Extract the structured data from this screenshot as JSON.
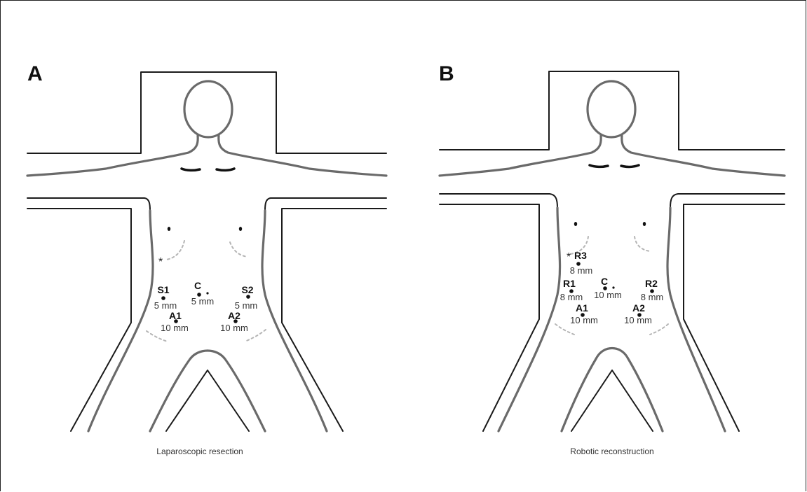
{
  "panels": [
    {
      "letter": "A",
      "caption": "Laparoscopic resection",
      "asterisk": "*",
      "ports": [
        {
          "label": "S1",
          "size": "5 mm"
        },
        {
          "label": "C",
          "size": "5 mm"
        },
        {
          "label": "S2",
          "size": "5 mm"
        },
        {
          "label": "A1",
          "size": "10 mm"
        },
        {
          "label": "A2",
          "size": "10 mm"
        }
      ]
    },
    {
      "letter": "B",
      "caption": "Robotic reconstruction",
      "asterisk": "*",
      "ports": [
        {
          "label": "R3",
          "size": "8 mm"
        },
        {
          "label": "R1",
          "size": "8 mm"
        },
        {
          "label": "C",
          "size": "10 mm"
        },
        {
          "label": "R2",
          "size": "8 mm"
        },
        {
          "label": "A1",
          "size": "10 mm"
        },
        {
          "label": "A2",
          "size": "10 mm"
        }
      ]
    }
  ]
}
